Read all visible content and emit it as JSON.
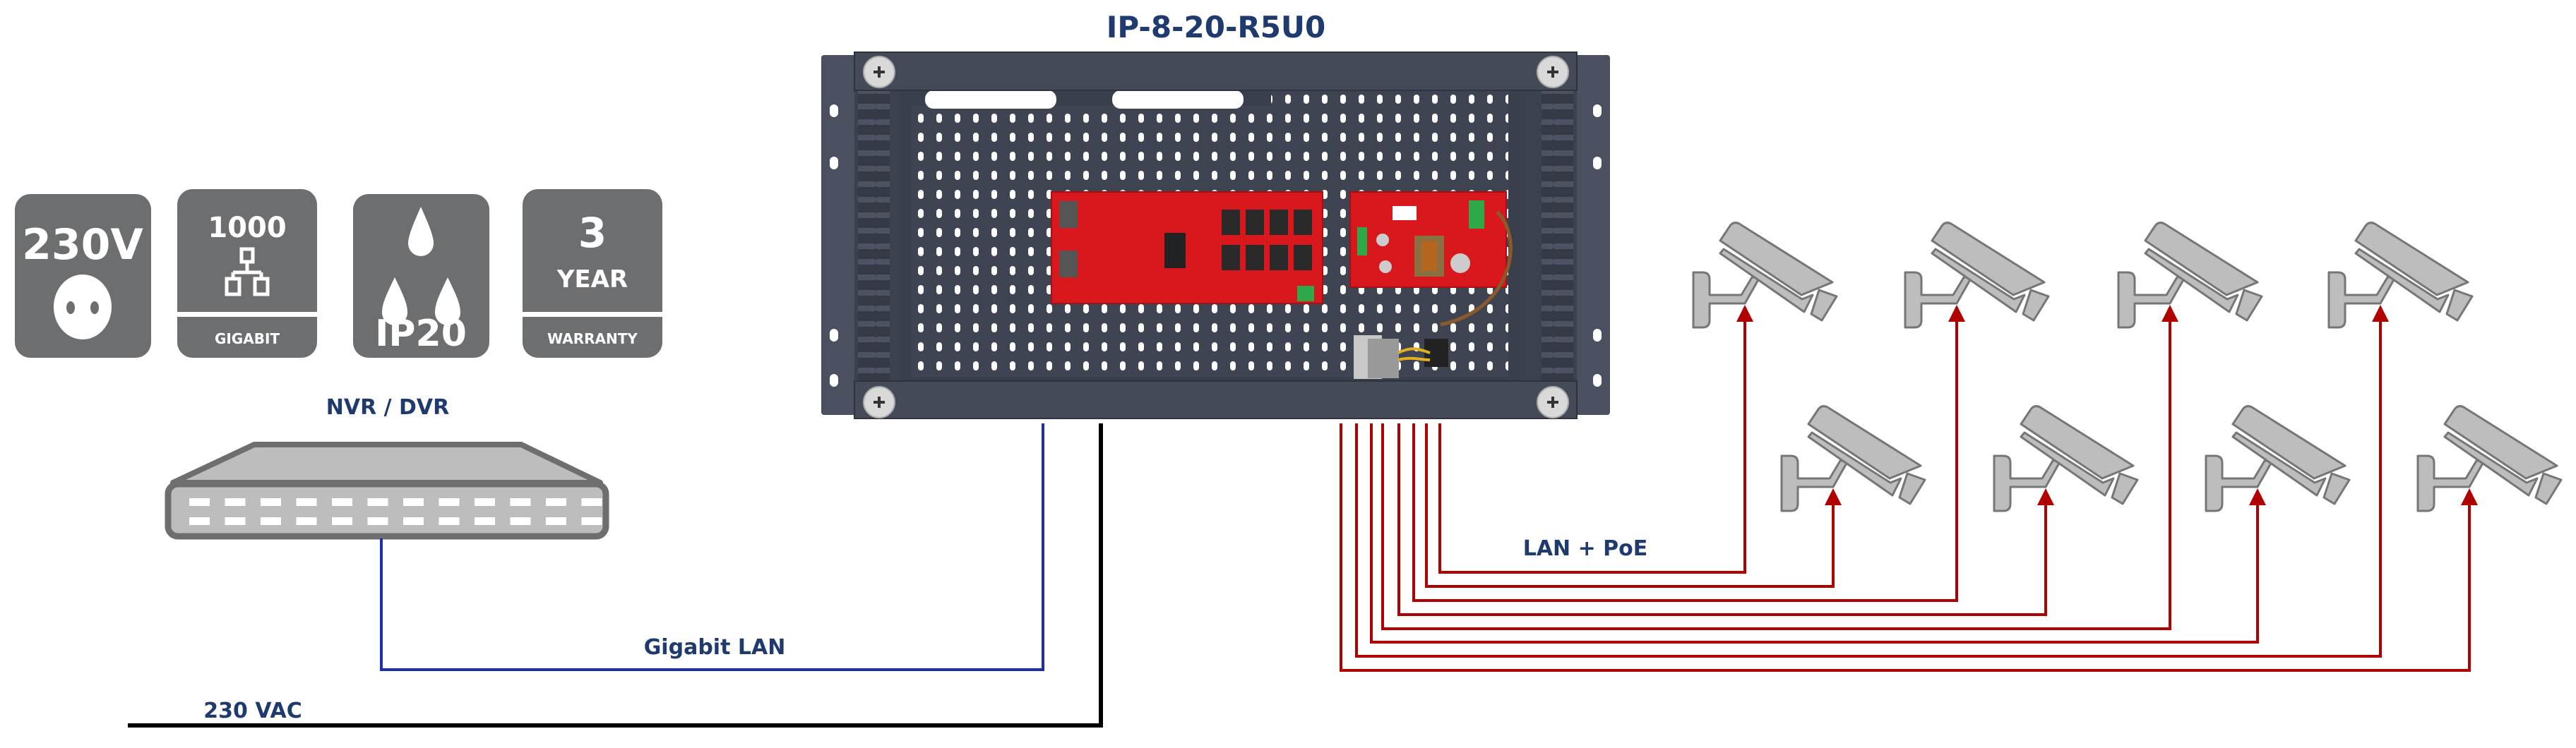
{
  "title": "IP-8-20-R5U0",
  "badges": {
    "voltage": {
      "text": "230V",
      "icon": "socket-icon"
    },
    "gigabit": {
      "top": "1000",
      "bottom": "GIGABIT",
      "icon": "network-icon"
    },
    "ip": {
      "text": "IP20",
      "icon": "water-drops-icon"
    },
    "warranty": {
      "number": "3",
      "unit": "YEAR",
      "bottom": "WARRANTY"
    }
  },
  "nvr": {
    "label": "NVR / DVR"
  },
  "connections": {
    "gigabit_lan": "Gigabit LAN",
    "power": "230 VAC",
    "poe": "LAN + PoE"
  },
  "cameras": {
    "count": 8
  },
  "colors": {
    "title": "#1f3a6e",
    "badge": "#6d6e70",
    "lan": "#1a2fb0",
    "power": "#000000",
    "poe": "#b00000",
    "enclosure": "#3f4452",
    "pcb": "#d8181c",
    "camera_fill": "#bdbdbd",
    "camera_stroke": "#767676"
  }
}
